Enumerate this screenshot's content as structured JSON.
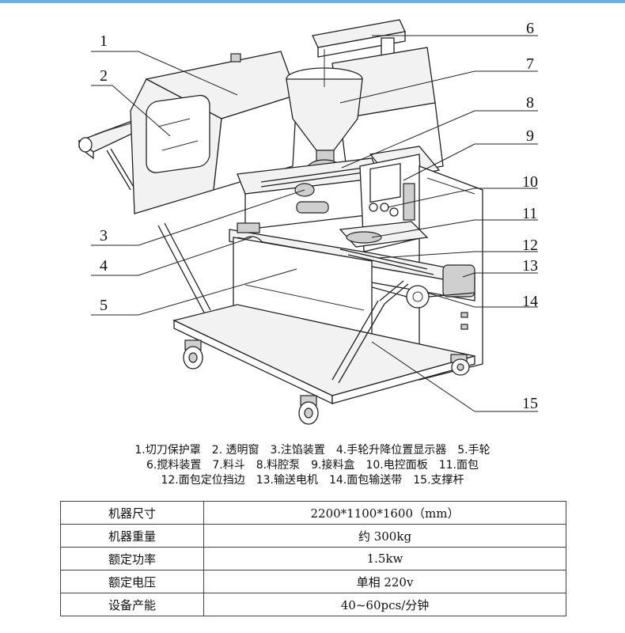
{
  "callouts": [
    "1",
    "2",
    "3",
    "4",
    "5",
    "6",
    "7",
    "8",
    "9",
    "10",
    "11",
    "12",
    "13",
    "14",
    "15"
  ],
  "legend_lines": [
    "1.切刀保护罩　2. 透明窗　3.注馅装置　4.手轮升降位置显示器　5.手轮",
    "6.搅料装置　7.料斗　8.料腔泵　9.接料盒　10.电控面板　11.面包",
    "12.面包定位挡边　13.输送电机　14.面包输送带　15.支撑杆"
  ],
  "specs": [
    {
      "label": "机器尺寸",
      "value": "2200*1100*1600（mm）"
    },
    {
      "label": "机器重量",
      "value": "约 300kg"
    },
    {
      "label": "额定功率",
      "value": "1.5kw"
    },
    {
      "label": "额定电压",
      "value": "单相 220v"
    },
    {
      "label": "设备产能",
      "value": "40~60pcs/分钟"
    }
  ]
}
